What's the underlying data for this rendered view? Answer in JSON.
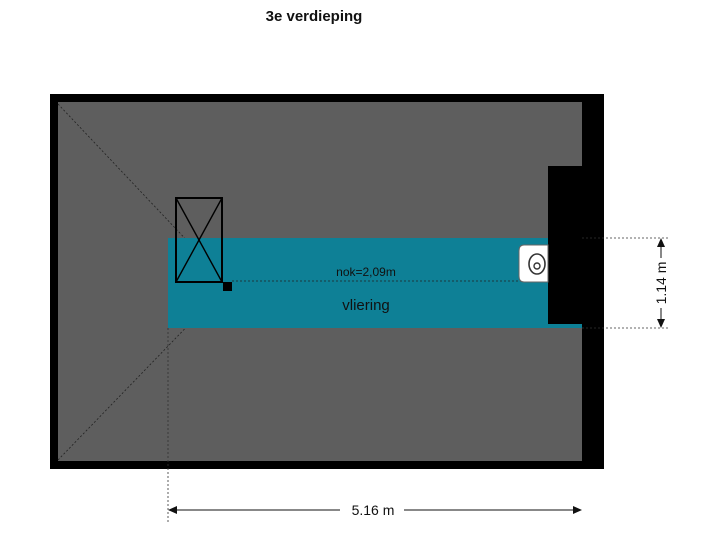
{
  "title": "3e verdieping",
  "room": {
    "name": "vliering",
    "ridge_label": "nok=2,09m"
  },
  "dimensions": {
    "width": "5.16 m",
    "height": "1.14 m"
  },
  "colors": {
    "wall": "#000000",
    "floor": "#5e5e5e",
    "vliering": "#0e8096",
    "background": "#ffffff",
    "fixture": "#ffffff"
  },
  "icons": {
    "hatch": "roof-hatch-icon",
    "boiler": "water-heater-icon",
    "ridge_marker": "ridge-marker-icon"
  }
}
